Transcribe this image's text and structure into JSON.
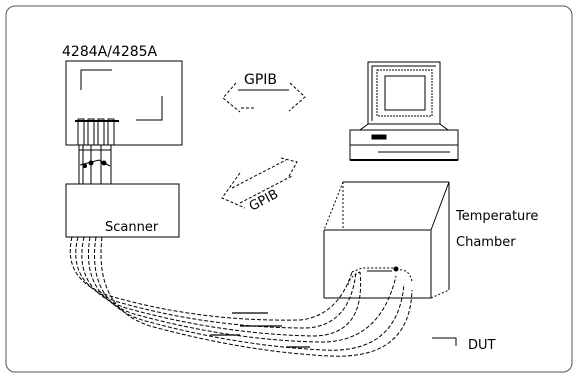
{
  "diagram": {
    "instrument_label": "4284A/4285A",
    "gpib_top_label": "GPIB",
    "gpib_bottom_label": "GPIB",
    "scanner_label": "Scanner",
    "chamber_label_line1": "Temperature",
    "chamber_label_line2": "Chamber",
    "dut_label": "DUT",
    "colors": {
      "line": "#000000",
      "background": "#ffffff",
      "frame": "#555555"
    }
  }
}
